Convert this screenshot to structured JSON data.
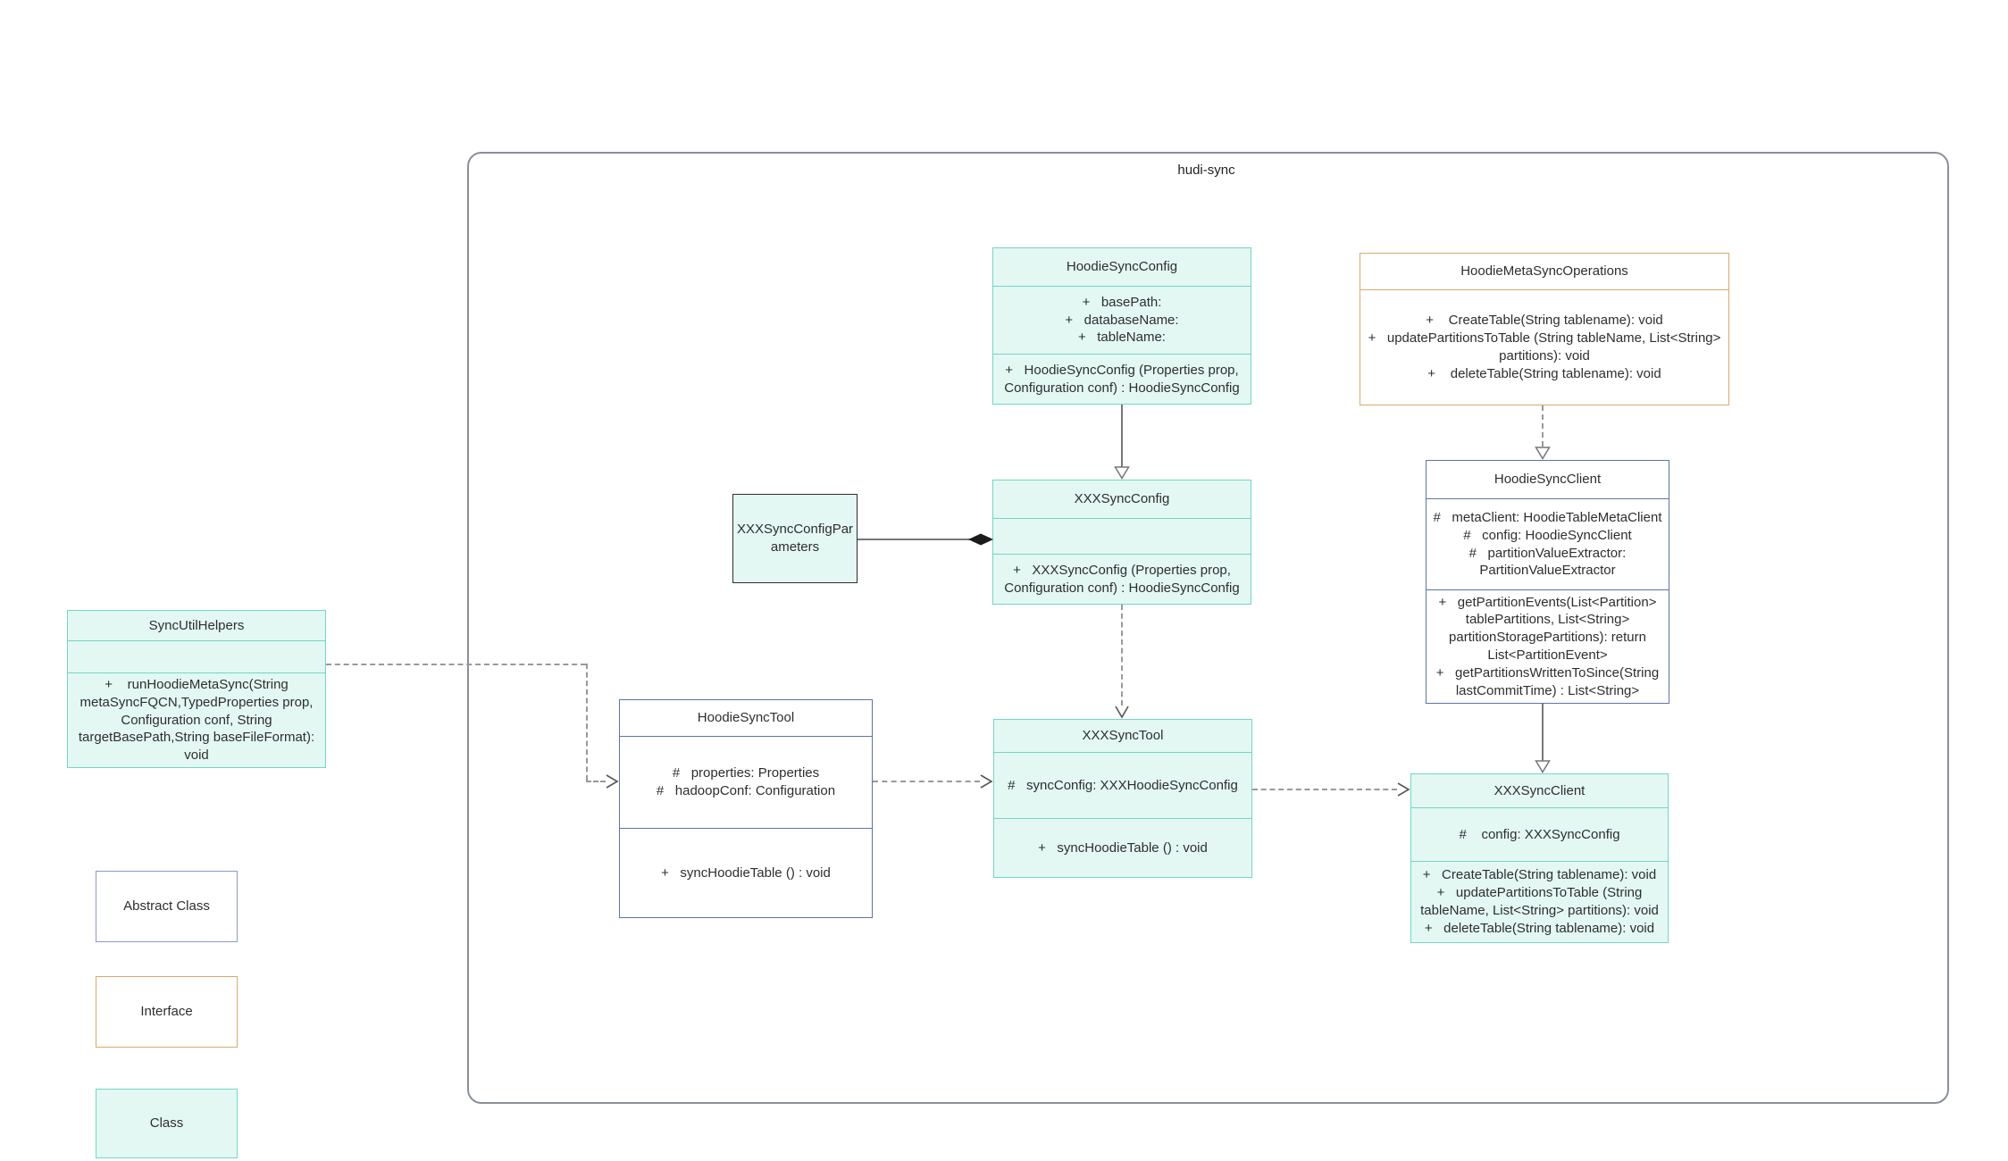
{
  "colors": {
    "teal-fill": "#e3f8f3",
    "teal-border": "#74d5c4",
    "abstract-border": "#5d74a9",
    "legend-abstract-border": "#8b97ce",
    "interface-border": "#d9a96b",
    "container-border": "#8a8f99",
    "line": "#777777",
    "dash": "#999999",
    "text": "#2e2e2e"
  },
  "diagram": {
    "container_label": "hudi-sync",
    "classes": {
      "hoodieSyncConfig": {
        "title": "HoodieSyncConfig",
        "attributes": [
          "+   basePath:",
          "+   databaseName:",
          "+   tableName:"
        ],
        "methods": [
          "+   HoodieSyncConfig (Properties prop, Configuration conf) : HoodieSyncConfig"
        ]
      },
      "hoodieMetaSyncOperations": {
        "title": "HoodieMetaSyncOperations",
        "methods": [
          "+    CreateTable(String tablename): void",
          "+   updatePartitionsToTable (String tableName, List<String> partitions): void",
          "+    deleteTable(String tablename): void"
        ]
      },
      "xxxSyncConfigParameters": {
        "label": "XXXSyncConfigPar\nameters"
      },
      "xxxSyncConfig": {
        "title": "XXXSyncConfig",
        "attributes": [],
        "methods": [
          "+   XXXSyncConfig (Properties prop, Configuration conf) : HoodieSyncConfig"
        ]
      },
      "syncUtilHelpers": {
        "title": "SyncUtilHelpers",
        "attributes": [],
        "methods": [
          "+    runHoodieMetaSync(String metaSyncFQCN,TypedProperties prop, Configuration conf, String targetBasePath,String baseFileFormat): void"
        ]
      },
      "hoodieSyncTool": {
        "title": "HoodieSyncTool",
        "attributes": [
          "#   properties: Properties",
          "#   hadoopConf: Configuration"
        ],
        "methods": [
          "+   syncHoodieTable () : void"
        ]
      },
      "xxxSyncTool": {
        "title": "XXXSyncTool",
        "attributes": [
          "#   syncConfig: XXXHoodieSyncConfig"
        ],
        "methods": [
          "+   syncHoodieTable () : void"
        ]
      },
      "hoodieSyncClient": {
        "title": "HoodieSyncClient",
        "attributes": [
          "#   metaClient: HoodieTableMetaClient",
          "#   config: HoodieSyncClient",
          "#   partitionValueExtractor: PartitionValueExtractor"
        ],
        "methods": [
          "+   getPartitionEvents(List<Partition> tablePartitions, List<String> partitionStoragePartitions): return List<PartitionEvent>",
          "+   getPartitionsWrittenToSince(String lastCommitTime) : List<String>"
        ]
      },
      "xxxSyncClient": {
        "title": "XXXSyncClient",
        "attributes": [
          "#    config: XXXSyncConfig"
        ],
        "methods": [
          "+   CreateTable(String tablename): void",
          "+   updatePartitionsToTable (String tableName, List<String> partitions): void",
          "+   deleteTable(String tablename): void"
        ]
      }
    },
    "legend": {
      "abstract_class": "Abstract Class",
      "interface": "Interface",
      "class": "Class"
    },
    "relationships": [
      {
        "from": "HoodieSyncConfig",
        "to": "XXXSyncConfig",
        "type": "inheritance-solid-hollow-triangle"
      },
      {
        "from": "XXXSyncConfig",
        "to": "XXXSyncTool",
        "type": "dependency-dashed-open-arrow"
      },
      {
        "from": "HoodieMetaSyncOperations",
        "to": "HoodieSyncClient",
        "type": "realization-dashed-hollow-triangle"
      },
      {
        "from": "HoodieSyncClient",
        "to": "XXXSyncClient",
        "type": "inheritance-solid-hollow-triangle"
      },
      {
        "from": "XXXSyncConfigParameters",
        "to": "XXXSyncConfig",
        "type": "composition-filled-diamond"
      },
      {
        "from": "SyncUtilHelpers",
        "to": "HoodieSyncTool",
        "type": "dependency-dashed-open-arrow"
      },
      {
        "from": "HoodieSyncTool",
        "to": "XXXSyncTool",
        "type": "dependency-dashed-open-arrow"
      },
      {
        "from": "XXXSyncTool",
        "to": "XXXSyncClient",
        "type": "dependency-dashed-open-arrow"
      }
    ]
  }
}
